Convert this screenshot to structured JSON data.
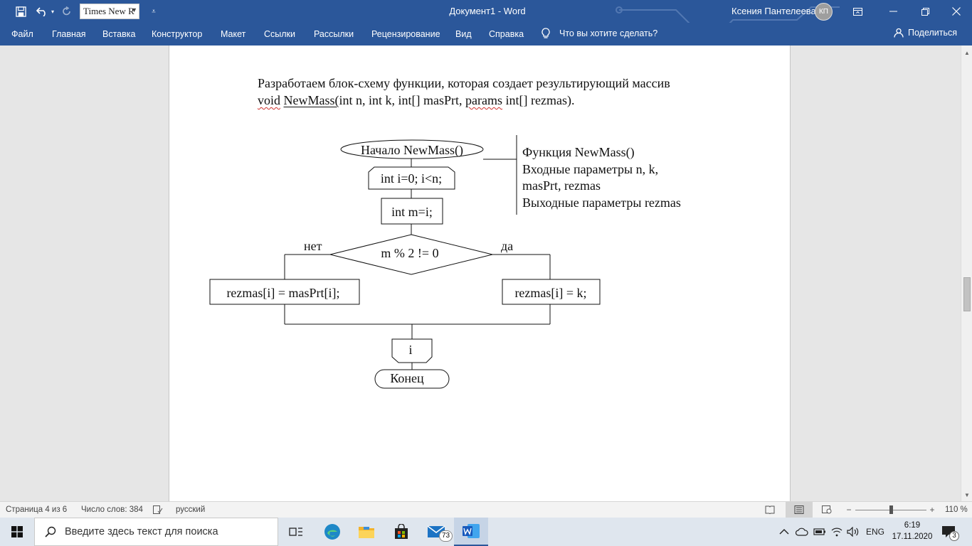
{
  "titlebar": {
    "font_name": "Times New R",
    "document_title": "Документ1  -  Word",
    "user_name": "Ксения Пантелеева",
    "user_initials": "КП"
  },
  "ribbon": {
    "tabs": [
      "Файл",
      "Главная",
      "Вставка",
      "Конструктор",
      "Макет",
      "Ссылки",
      "Рассылки",
      "Рецензирование",
      "Вид",
      "Справка"
    ],
    "tell_me": "Что вы хотите сделать?",
    "share": "Поделиться"
  },
  "document": {
    "line1": "Разработаем блок-схему функции, которая создает результирующий массив",
    "line2_void": "void",
    "line2_newmass": "NewMass(",
    "line2_mid": "int n, int k, int[] masPrt,",
    "line2_params": "params",
    "line2_end": "int[] rezmas)."
  },
  "flowchart": {
    "start": "Начало NewMass()",
    "loop_start": "int i=0; i<n;",
    "assign": "int m=i;",
    "condition": "m % 2 != 0",
    "no_label": "нет",
    "yes_label": "да",
    "no_branch": "rezmas[i] = masPrt[i];",
    "yes_branch": "rezmas[i] = k;",
    "loop_end": "i",
    "end": "Конец",
    "comment": [
      "Функция NewMass()",
      "Входные параметры n, k,",
      "masPrt, rezmas",
      "Выходные параметры rezmas"
    ]
  },
  "statusbar": {
    "page": "Страница 4 из 6",
    "words": "Число слов: 384",
    "language": "русский",
    "zoom": "110 %"
  },
  "taskbar": {
    "search_placeholder": "Введите здесь текст для поиска",
    "mail_badge": "73",
    "lang": "ENG",
    "time": "6:19",
    "date": "17.11.2020",
    "notif_count": "3"
  },
  "colors": {
    "word_blue": "#2b579a",
    "spell_error": "#d0312d"
  }
}
